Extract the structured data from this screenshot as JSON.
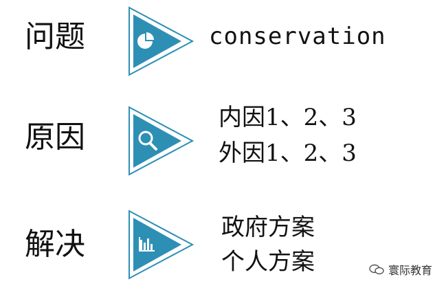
{
  "rows": [
    {
      "label": "问题",
      "icon": "pie-chart-icon",
      "lines": [
        "conservation"
      ]
    },
    {
      "label": "原因",
      "icon": "search-icon",
      "lines": [
        "内因1、2、3",
        "外因1、2、3"
      ]
    },
    {
      "label": "解决",
      "icon": "bar-chart-icon",
      "lines": [
        "政府方案",
        "个人方案"
      ]
    }
  ],
  "watermark": {
    "icon": "wechat-icon",
    "text": "寰际教育"
  },
  "colors": {
    "accent": "#2e8fb5",
    "text": "#111111"
  }
}
